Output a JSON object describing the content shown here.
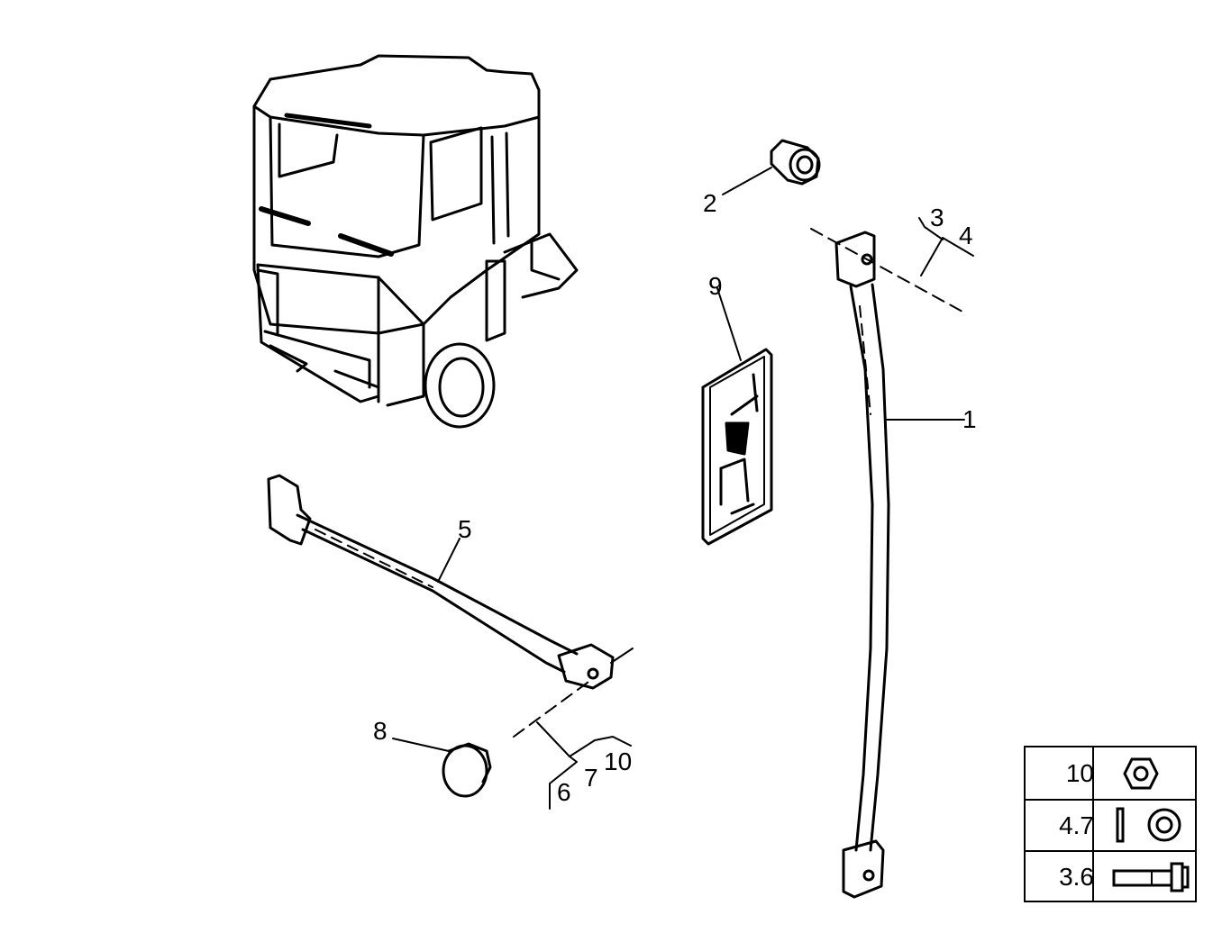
{
  "callouts": {
    "c1": "1",
    "c2": "2",
    "c3": "3",
    "c4": "4",
    "c5": "5",
    "c6": "6",
    "c7": "7",
    "c8": "8",
    "c9": "9",
    "c10": "10"
  },
  "legend": {
    "rows": [
      {
        "label": "10",
        "icon": "hex-nut-icon"
      },
      {
        "label": "4.7",
        "icon": "washer-icon"
      },
      {
        "label": "3.6",
        "icon": "bolt-icon"
      }
    ]
  }
}
